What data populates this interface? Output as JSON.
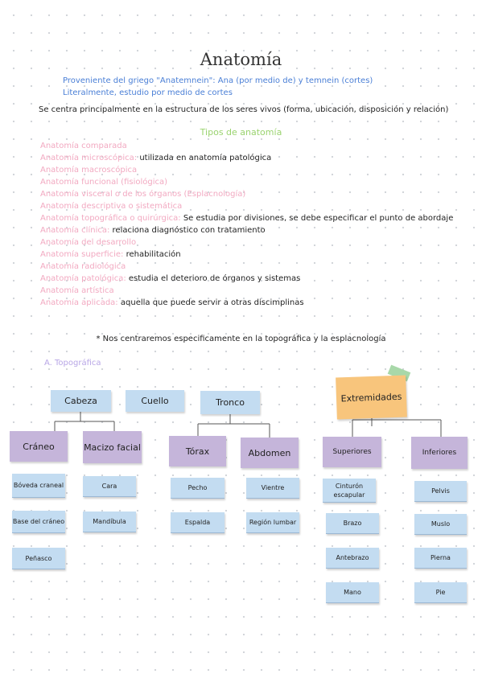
{
  "title": "Anatomía",
  "etymology": {
    "line1": "Proveniente del griego \"Anatemnein\": Ana (por medio de) y temnein (cortes)",
    "line2": "Literalmente, estudio por medio de cortes"
  },
  "intro": "Se centra principalmente en la estructura de los seres vivos (forma, ubicación, disposición y relación)",
  "types_heading": "Tipos de anatomía",
  "types": [
    {
      "name": "Anatomía comparada",
      "desc": ""
    },
    {
      "name": "Anatomía microscópica:",
      "desc": "utilizada en anatomía patológica"
    },
    {
      "name": "Anatomía macroscópica",
      "desc": ""
    },
    {
      "name": "Anatomía funcional (fisiológica)",
      "desc": ""
    },
    {
      "name": "Anatomía visceral o de los órganos (Esplacnología)",
      "desc": ""
    },
    {
      "name": "Anatomía descriptiva o sistemática",
      "desc": ""
    },
    {
      "name": "Anatomía topográfica o quirúrgica:",
      "desc": "Se estudia por divisiones, se debe especificar el punto de abordaje"
    },
    {
      "name": "Anatomía clínica:",
      "desc": "relaciona diagnóstico con tratamiento"
    },
    {
      "name": "Anatomía del desarrollo",
      "desc": ""
    },
    {
      "name": "Anatomía superficie:",
      "desc": "rehabilitación"
    },
    {
      "name": "Anatomía radiológica",
      "desc": ""
    },
    {
      "name": "Anatomía patológica:",
      "desc": "estudia el deterioro de órganos y sistemas"
    },
    {
      "name": "Anatomía artística",
      "desc": ""
    },
    {
      "name": "Anatomía aplicada:",
      "desc": "aquella que puede servir a otras discimplinas"
    }
  ],
  "note": "* Nos centraremos especificamente en la topográfica y la esplacnología",
  "section_label": "A. Topográfica",
  "diagram": {
    "cabeza": "Cabeza",
    "cuello": "Cuello",
    "tronco": "Tronco",
    "extremidades": "Extremidades",
    "craneo": "Cráneo",
    "macizo_facial": "Macizo facial",
    "torax": "Tórax",
    "abdomen": "Abdomen",
    "superiores": "Superiores",
    "inferiores": "Inferiores",
    "craneo_items": [
      "Bóveda craneal",
      "Base del cráneo",
      "Peñasco"
    ],
    "macizo_items": [
      "Cara",
      "Mandíbula"
    ],
    "torax_items": [
      "Pecho",
      "Espalda"
    ],
    "abdomen_items": [
      "Vientre",
      "Región lumbar"
    ],
    "superiores_items": [
      "Cinturón escapular",
      "Brazo",
      "Antebrazo",
      "Mano"
    ],
    "inferiores_items": [
      "Pelvis",
      "Muslo",
      "Pierna",
      "Pie"
    ]
  },
  "colors": {
    "blue_note": "#c3dcf1",
    "purple_note": "#c5b5da",
    "orange_note": "#f8c57c",
    "pink_text": "#f2a9c1",
    "green_text": "#9ad36f",
    "etymology_text": "#4a7fd6"
  }
}
